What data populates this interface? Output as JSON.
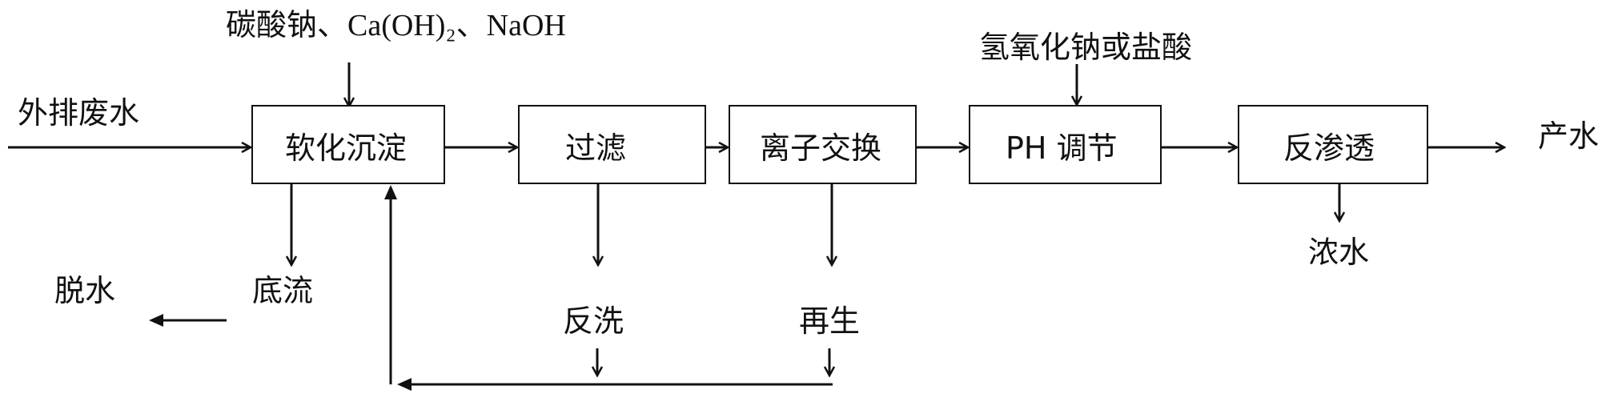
{
  "input": {
    "label": "外排废水"
  },
  "reagents": {
    "softening": "碳酸钠、Ca(OH)₂、NaOH",
    "ph": "氢氧化钠或盐酸"
  },
  "process": {
    "softening": "软化沉淀",
    "filtration": "过滤",
    "ion_exchange": "离子交换",
    "ph_adjust": "PH 调节",
    "ro": "反渗透"
  },
  "outputs": {
    "product": "产水",
    "concentrate": "浓水",
    "underflow": "底流",
    "dewatering": "脱水",
    "backwash": "反洗",
    "regeneration": "再生"
  }
}
